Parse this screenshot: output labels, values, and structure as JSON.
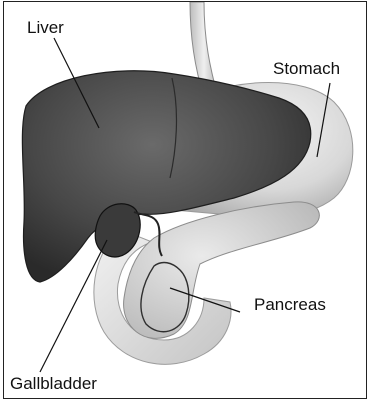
{
  "diagram": {
    "labels": {
      "liver": "Liver",
      "stomach": "Stomach",
      "pancreas": "Pancreas",
      "gallbladder": "Gallbladder"
    },
    "colors": {
      "liver": "#4a4a4a",
      "stomach": "#dcdcdc",
      "pancreas": "#cfcfcf",
      "gallbladder": "#3a3a3a",
      "leader": "#111111"
    }
  }
}
